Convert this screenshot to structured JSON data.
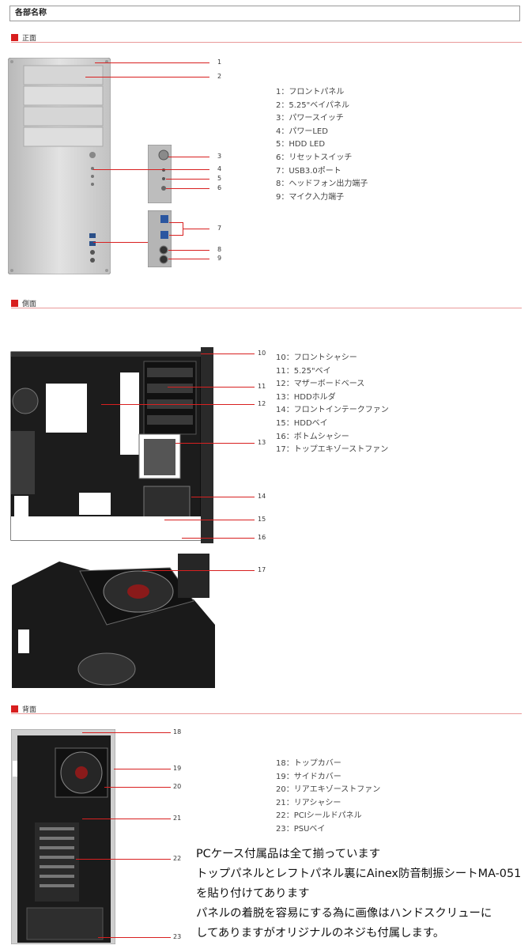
{
  "header": {
    "title": "各部名称"
  },
  "sections": {
    "front": {
      "label": "正面"
    },
    "side": {
      "label": "側面"
    },
    "back": {
      "label": "背面"
    }
  },
  "callouts": {
    "front": [
      "1",
      "2",
      "3",
      "4",
      "5",
      "6",
      "7",
      "8",
      "9"
    ],
    "side": [
      "10",
      "11",
      "12",
      "13",
      "14",
      "15",
      "16",
      "17"
    ],
    "back": [
      "18",
      "19",
      "20",
      "21",
      "22",
      "23"
    ]
  },
  "front_parts": [
    "1：フロントパネル",
    "2：5.25\"ベイパネル",
    "3：パワースイッチ",
    "4：パワーLED",
    "5：HDD LED",
    "6：リセットスイッチ",
    "7：USB3.0ポート",
    "8：ヘッドフォン出力端子",
    "9：マイク入力端子"
  ],
  "side_parts": [
    "10：フロントシャシー",
    "11：5.25\"ベイ",
    "12：マザーボードベース",
    "13：HDDホルダ",
    "14：フロントインテークファン",
    "15：HDDベイ",
    "16：ボトムシャシー",
    "17：トップエキゾーストファン"
  ],
  "back_parts": [
    "18：トップカバー",
    "19：サイドカバー",
    "20：リアエキゾーストファン",
    "21：リアシャシー",
    "22：PCIシールドパネル",
    "23：PSUベイ"
  ],
  "note_lines": [
    "PCケース付属品は全て揃っています",
    "トップパネルとレフトパネル裏にAinex防音制振シートMA-051",
    "を貼り付けてあります",
    "パネルの着脱を容易にする為に画像はハンドスクリューに",
    "してありますがオリジナルのネジも付属します。"
  ],
  "colors": {
    "accent": "#d81e1e",
    "rule": "#e99a9a",
    "case_silver": "#c9c9c9",
    "case_black": "#1a1a1a"
  }
}
